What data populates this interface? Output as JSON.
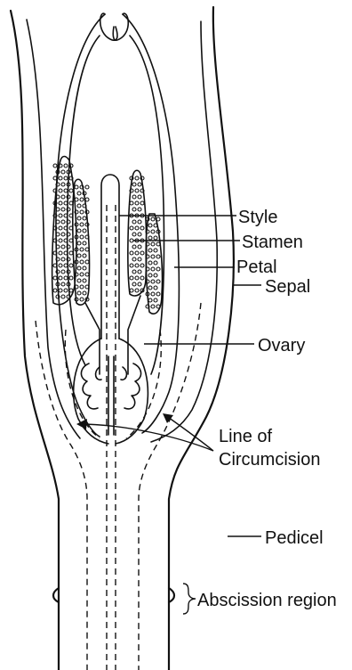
{
  "labels": {
    "style": "Style",
    "stamen": "Stamen",
    "petal": "Petal",
    "sepal": "Sepal",
    "ovary": "Ovary",
    "line_of_circumcision_1": "Line of",
    "line_of_circumcision_2": "Circumcision",
    "pedicel": "Pedicel",
    "abscission_region": "Abscission region"
  }
}
